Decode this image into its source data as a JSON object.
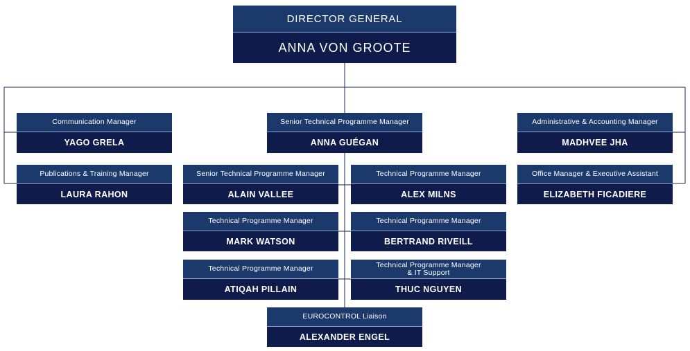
{
  "director": {
    "role": "DIRECTOR GENERAL",
    "name": "ANNA VON GROOTE"
  },
  "left": {
    "communication": {
      "role": "Communication Manager",
      "name": "YAGO GRELA"
    },
    "publications": {
      "role": "Publications & Training Manager",
      "name": "LAURA RAHON"
    }
  },
  "right": {
    "administrative": {
      "role": "Administrative & Accounting Manager",
      "name": "MADHVEE JHA"
    },
    "office": {
      "role": "Office Manager & Executive Assistant",
      "name": "ELIZABETH FICADIERE"
    }
  },
  "center": {
    "senior_head": {
      "role": "Senior Technical Programme Manager",
      "name": "ANNA GUÉGAN"
    },
    "alain": {
      "role": "Senior Technical Programme Manager",
      "name": "ALAIN VALLEE"
    },
    "alex": {
      "role": "Technical Programme Manager",
      "name": "ALEX MILNS"
    },
    "mark": {
      "role": "Technical Programme Manager",
      "name": "MARK WATSON"
    },
    "bertrand": {
      "role": "Technical Programme Manager",
      "name": "BERTRAND RIVEILL"
    },
    "atiqah": {
      "role": "Technical Programme Manager",
      "name": "ATIQAH PILLAIN"
    },
    "thuc": {
      "role_line1": "Technical Programme Manager",
      "role_line2": "& IT Support",
      "name": "THUC NGUYEN"
    },
    "eurocontrol": {
      "role": "EUROCONTROL Liaison",
      "name": "ALEXANDER ENGEL"
    }
  },
  "colors": {
    "role_bg": "#1b3a6b",
    "name_bg": "#0f1b4a",
    "connector": "#1b2a55"
  }
}
